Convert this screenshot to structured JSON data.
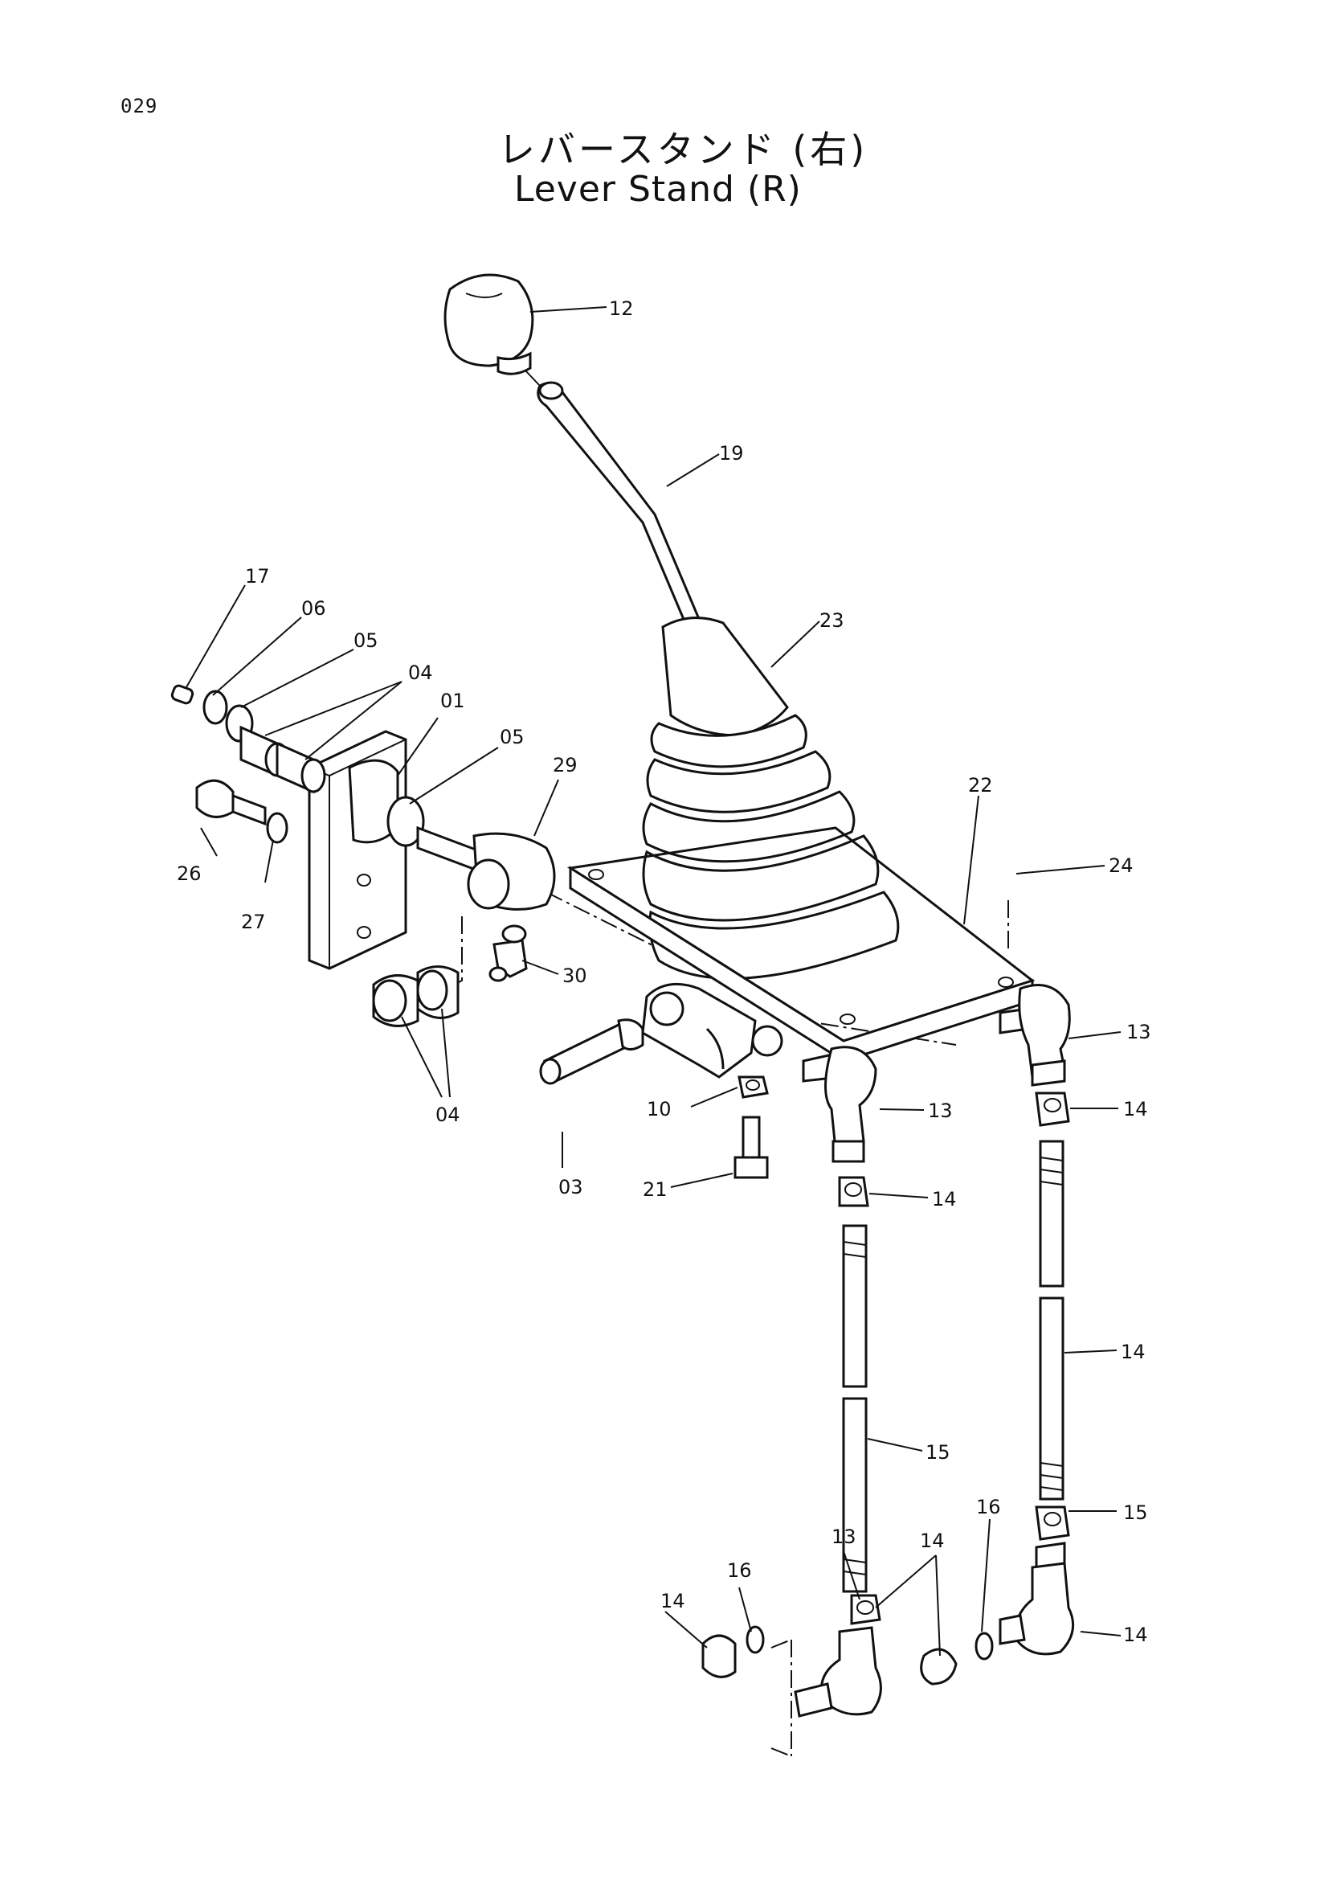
{
  "page_number": "029",
  "title_jp": "レバースタンド (右)",
  "title_en": "Lever Stand (R)",
  "callouts": [
    "12",
    "19",
    "23",
    "17",
    "06",
    "05",
    "04",
    "01",
    "05",
    "29",
    "22",
    "24",
    "26",
    "27",
    "30",
    "13",
    "10",
    "13",
    "14",
    "21",
    "03",
    "04",
    "14",
    "14",
    "15",
    "15",
    "16",
    "13",
    "14",
    "14",
    "16",
    "14",
    "13"
  ]
}
